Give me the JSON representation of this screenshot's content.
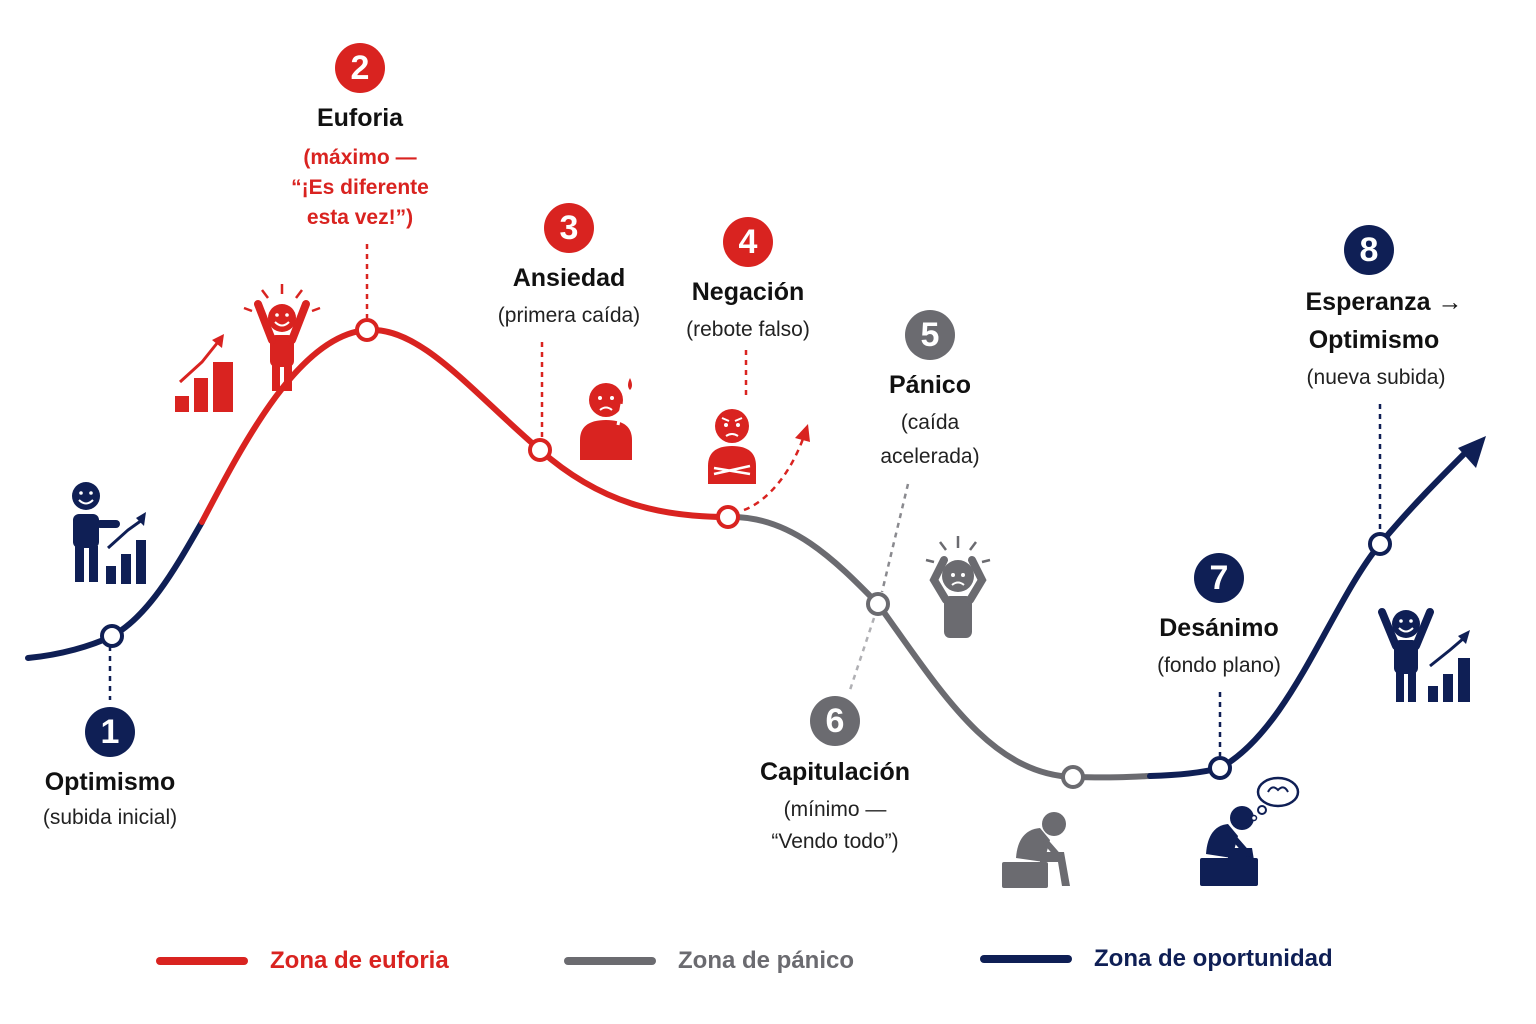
{
  "stages": [
    {
      "number": "1",
      "title": "Optimismo",
      "desc": [
        "(subida inicial)"
      ]
    },
    {
      "number": "2",
      "title": "Euforia",
      "desc": [
        "(máximo —",
        "“¡Es diferente",
        "esta vez!”)"
      ]
    },
    {
      "number": "3",
      "title": "Ansiedad",
      "desc": [
        "(primera caída)"
      ]
    },
    {
      "number": "4",
      "title": "Negación",
      "desc": [
        "(rebote falso)"
      ]
    },
    {
      "number": "5",
      "title": "Pánico",
      "desc": [
        "(caída",
        "acelerada)"
      ]
    },
    {
      "number": "6",
      "title": "Capitulación",
      "desc": [
        "(mínimo —",
        "“Vendo todo”)"
      ]
    },
    {
      "number": "7",
      "title": "Desánimo",
      "desc": [
        "(fondo plano)"
      ]
    },
    {
      "number": "8",
      "title": "Esperanza →",
      "title2": "Optimismo",
      "desc": [
        "(nueva subida)"
      ]
    }
  ],
  "legend": [
    {
      "label": "Zona de euforia",
      "color": "#d92320"
    },
    {
      "label": "Zona de pánico",
      "color": "#6b6b70"
    },
    {
      "label": "Zona de oportunidad",
      "color": "#0f1f55"
    }
  ],
  "colors": {
    "euphoria": "#d92320",
    "panic": "#6b6b70",
    "opportunity": "#0f1f55"
  },
  "icons": [
    "smiling-person-icon",
    "bar-chart-up-icon",
    "cheering-person-icon",
    "anxious-person-icon",
    "annoyed-person-icon",
    "stressed-person-icon",
    "sitting-sad-person-icon",
    "thinking-person-icon",
    "happy-person-icon"
  ]
}
